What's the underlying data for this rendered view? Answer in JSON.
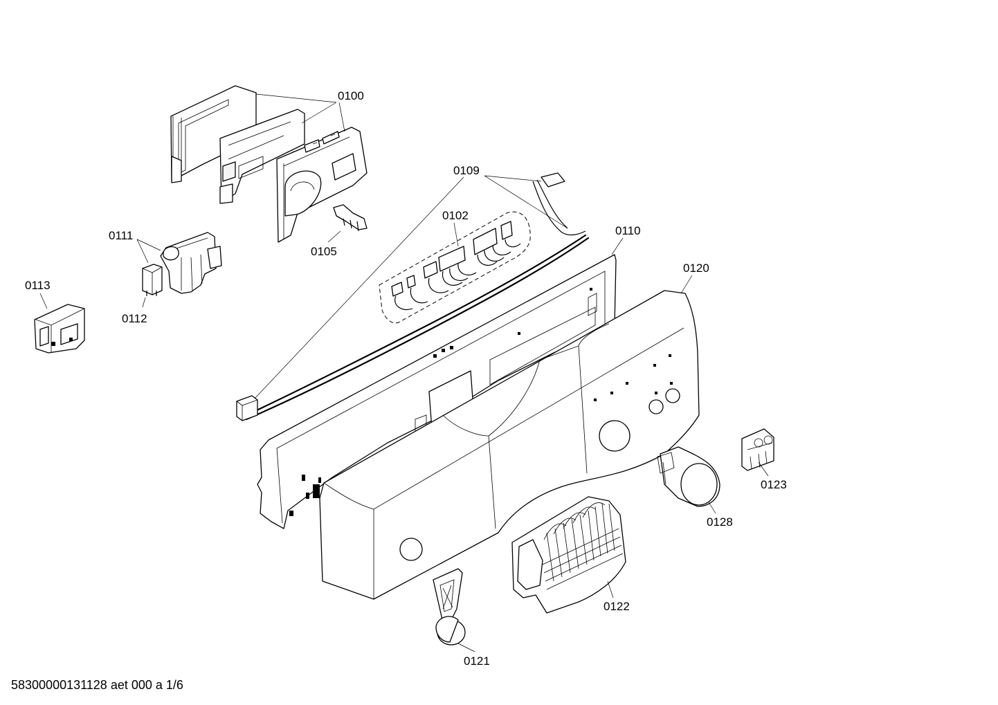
{
  "diagram": {
    "part_labels": [
      {
        "id": "0100",
        "text": "0100"
      },
      {
        "id": "0109",
        "text": "0109"
      },
      {
        "id": "0102",
        "text": "0102"
      },
      {
        "id": "0110",
        "text": "0110"
      },
      {
        "id": "0111",
        "text": "0111"
      },
      {
        "id": "0105",
        "text": "0105"
      },
      {
        "id": "0120",
        "text": "0120"
      },
      {
        "id": "0113",
        "text": "0113"
      },
      {
        "id": "0112",
        "text": "0112"
      },
      {
        "id": "0123",
        "text": "0123"
      },
      {
        "id": "0128",
        "text": "0128"
      },
      {
        "id": "0122",
        "text": "0122"
      },
      {
        "id": "0121",
        "text": "0121"
      }
    ]
  },
  "footer": {
    "drawing_code": "58300000131128 aet 000 a 1/6"
  }
}
